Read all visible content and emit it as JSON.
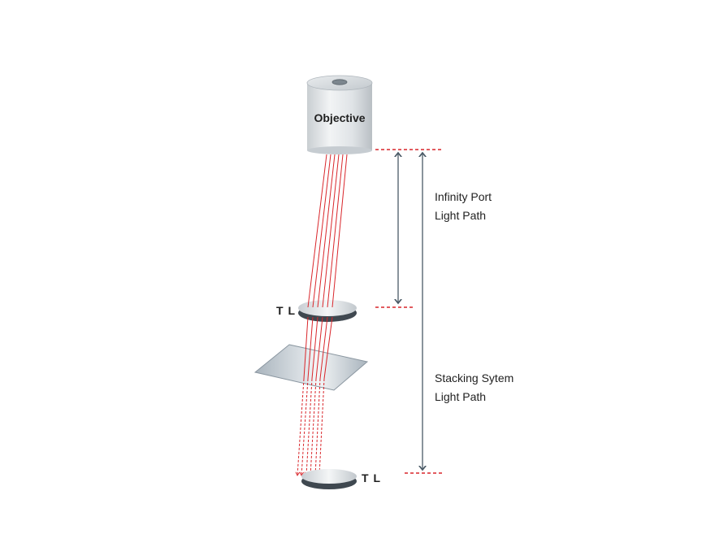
{
  "labels": {
    "objective": "Objective",
    "tl_top": "T L",
    "tl_bottom": "T L",
    "infinity_line1": "Infinity Port",
    "infinity_line2": "Light Path",
    "stacking_line1": "Stacking Sytem",
    "stacking_line2": "Light Path"
  },
  "colors": {
    "ray": "#d9252a",
    "arrow": "#4a5a66",
    "lens_rim": "#3f4850",
    "lens_face": "#d4d8dc",
    "objective_body": "#d7dbde",
    "plate": "#b9c2ca"
  }
}
